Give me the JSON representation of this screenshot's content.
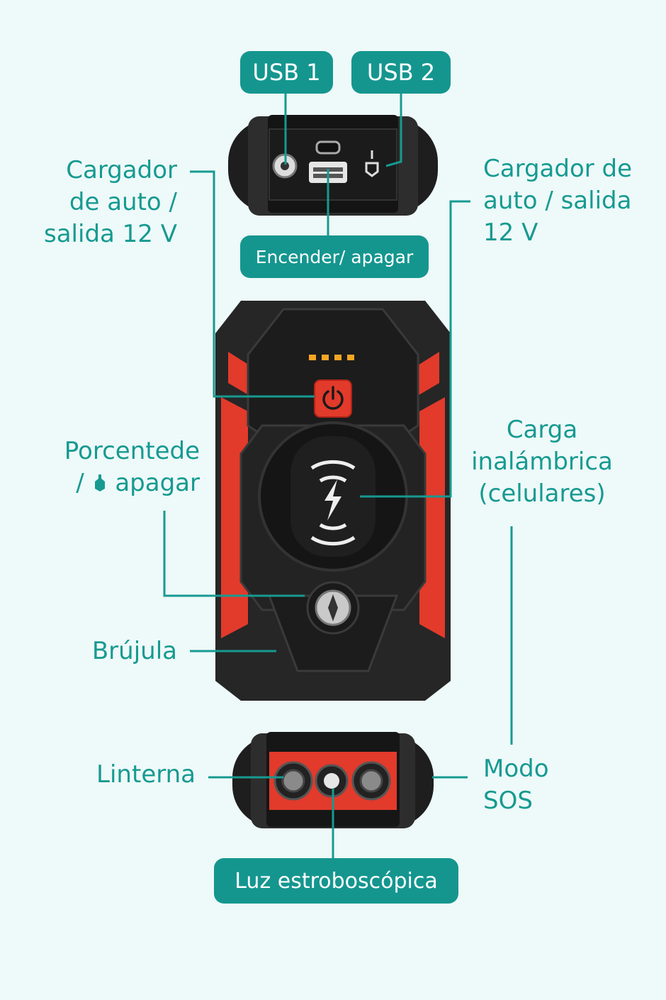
{
  "labels": {
    "usb1": "USB 1",
    "usb2": "USB 2",
    "car_left_line1": "Cargador",
    "car_left_line2": "de auto /",
    "car_left_line3": "salida 12 V",
    "car_right_line1": "Cargador de",
    "car_right_line2": "auto / salida",
    "car_right_line3": "12 V",
    "power": "Encender/ apagar",
    "percent_line1": "Porcentede",
    "percent_line2_prefix": "/",
    "percent_line2_suffix": "apagar",
    "wireless_line1": "Carga",
    "wireless_line2": "inalámbrica",
    "wireless_line3": "(celulares)",
    "compass": "Brújula",
    "flashlight": "Linterna",
    "sos_line1": "Modo",
    "sos_line2": "SOS",
    "strobe": "Luz estroboscópica"
  },
  "colors": {
    "background": "#eef9f9",
    "teal": "#169a91",
    "device_body": "#2a2a2a",
    "device_red": "#e23a2b",
    "led": "#f5a623"
  },
  "icons": {
    "power_button": "power-icon",
    "wireless": "lightning-icon",
    "compass": "compass-icon",
    "percent_glyph": "hand-icon"
  }
}
